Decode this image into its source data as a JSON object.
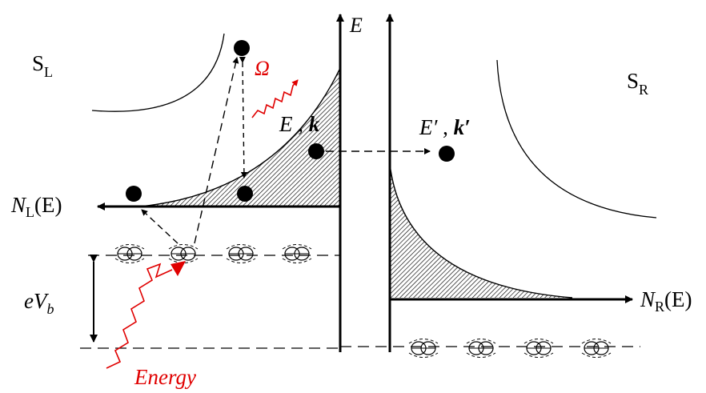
{
  "labels": {
    "s_left": "S",
    "s_left_sub": "L",
    "s_right": "S",
    "s_right_sub": "R",
    "axis_e": "E",
    "omega": "Ω",
    "ek_e": "E",
    "ek_comma": " , ",
    "ek_k": "k",
    "ekp_e": "E′",
    "ekp_comma": " , ",
    "ekp_k": "k′",
    "nl_n": "N",
    "nl_sub": "L",
    "nl_arg": "(E)",
    "nr_n": "N",
    "nr_sub": "R",
    "nr_arg": "(E)",
    "bias_e": "eV",
    "bias_sub": "b",
    "energy": "Energy"
  },
  "colors": {
    "ink": "#000000",
    "accent": "#e00000",
    "hatch": "#000000"
  }
}
